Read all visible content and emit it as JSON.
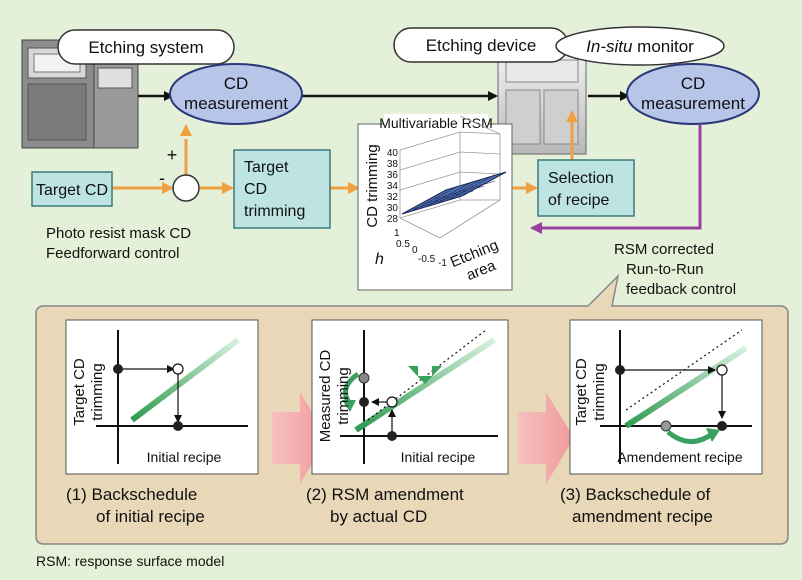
{
  "top": {
    "etching_system": "Etching system",
    "cd_measurement_left": [
      "CD",
      "measurement"
    ],
    "etching_device": "Etching device",
    "insitu_italic": "In-situ",
    "insitu_rest": " monitor",
    "cd_measurement_right": [
      "CD",
      "measurement"
    ],
    "plus": "+",
    "minus": "-",
    "target_cd": "Target CD",
    "target_cd_trimming": [
      "Target",
      "CD",
      "trimming"
    ],
    "selection_of_recipe": [
      "Selection",
      "of recipe"
    ],
    "photo_resist": [
      "Photo resist mask CD",
      "Feedforward control"
    ],
    "rsm_corrected": [
      "RSM corrected",
      "Run-to-Run",
      "feedback control"
    ]
  },
  "rsm_plot": {
    "title": "Multivariable RSM",
    "zlabel": "CD trimming",
    "z_ticks": [
      "40",
      "38",
      "36",
      "34",
      "32",
      "30",
      "28"
    ],
    "ylabel": "h",
    "y_ticks": [
      "1",
      "0.5",
      "0",
      "-0.5",
      "-1"
    ],
    "xlabel": [
      "Etching",
      "area"
    ]
  },
  "panels": [
    {
      "ylabel": [
        "Target CD",
        "trimming"
      ],
      "xlabel": "Initial recipe",
      "caption": [
        "(1) Backschedule",
        "of initial recipe"
      ]
    },
    {
      "ylabel": [
        "Measured CD",
        "trimming"
      ],
      "xlabel": "Initial recipe",
      "caption": [
        "(2) RSM amendment",
        "by actual CD"
      ]
    },
    {
      "ylabel": [
        "Target CD",
        "trimming"
      ],
      "xlabel": "Amendement recipe",
      "caption": [
        "(3) Backschedule of",
        "amendment recipe"
      ]
    }
  ],
  "footnote": "RSM: response surface model",
  "colors": {
    "background": "#e4f1d8",
    "orange_arrow": "#f0a040",
    "purple_arrow": "#9a3fa0",
    "ellipse_fill": "#b7c5e8",
    "box_fill": "#bde3e3",
    "panel_bg": "#e8d8b8",
    "green_line": "#3aa060"
  }
}
